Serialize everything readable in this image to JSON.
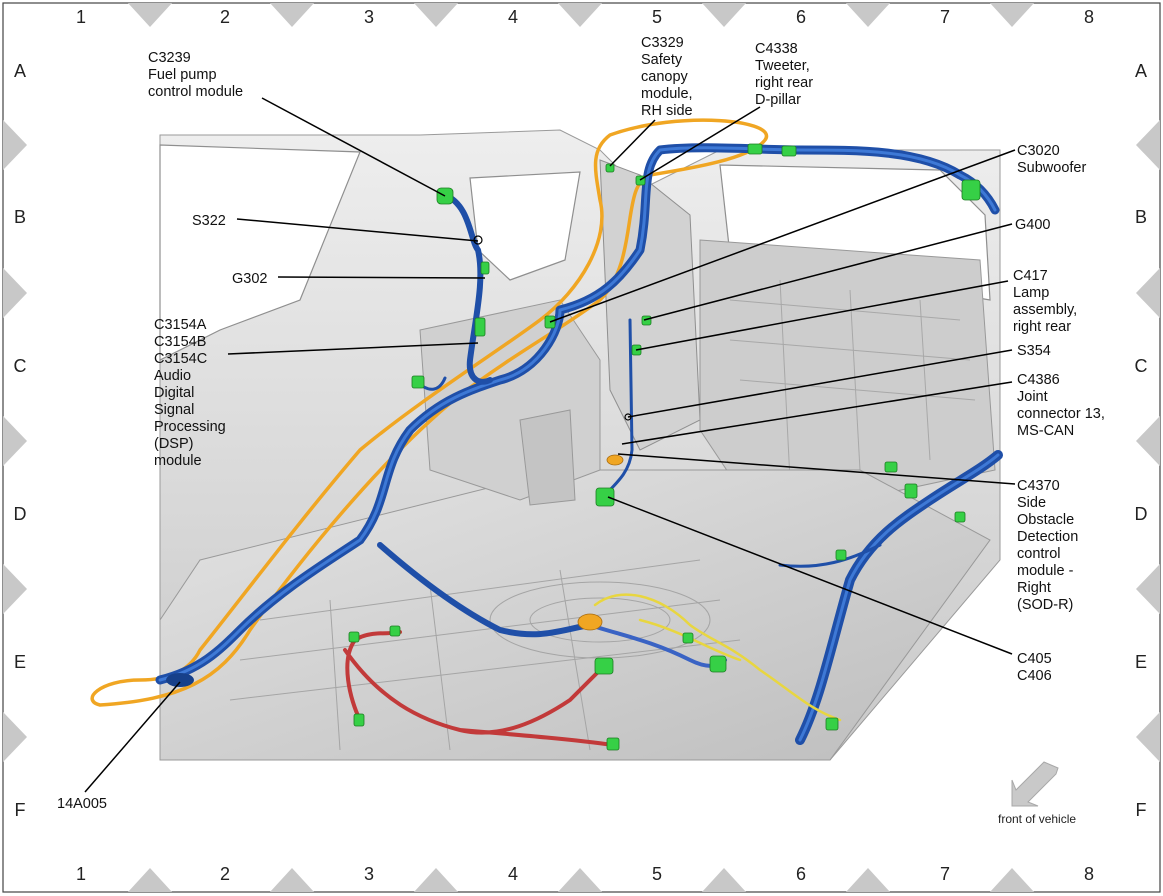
{
  "grid": {
    "columns": [
      "1",
      "2",
      "3",
      "4",
      "5",
      "6",
      "7",
      "8"
    ],
    "rows": [
      "A",
      "B",
      "C",
      "D",
      "E",
      "F"
    ]
  },
  "callouts": [
    {
      "id": "c3239",
      "lines": [
        "C3239",
        "Fuel pump",
        "control module"
      ]
    },
    {
      "id": "c3329",
      "lines": [
        "C3329",
        "Safety",
        "canopy",
        "module,",
        "RH side"
      ]
    },
    {
      "id": "c4338",
      "lines": [
        "C4338",
        "Tweeter,",
        "right rear",
        "D-pillar"
      ]
    },
    {
      "id": "c3020",
      "lines": [
        "C3020",
        "Subwoofer"
      ]
    },
    {
      "id": "s322",
      "lines": [
        "S322"
      ]
    },
    {
      "id": "g400",
      "lines": [
        "G400"
      ]
    },
    {
      "id": "g302",
      "lines": [
        "G302"
      ]
    },
    {
      "id": "c417",
      "lines": [
        "C417",
        "Lamp",
        "assembly,",
        "right rear"
      ]
    },
    {
      "id": "c3154",
      "lines": [
        "C3154A",
        "C3154B",
        "C3154C",
        "Audio",
        "Digital",
        "Signal",
        "Processing",
        "(DSP)",
        "module"
      ]
    },
    {
      "id": "s354",
      "lines": [
        "S354"
      ]
    },
    {
      "id": "c4386",
      "lines": [
        "C4386",
        "Joint",
        "connector 13,",
        "MS-CAN"
      ]
    },
    {
      "id": "c4370",
      "lines": [
        "C4370",
        "Side",
        "Obstacle",
        "Detection",
        "control",
        "module -",
        "Right",
        "(SOD-R)"
      ]
    },
    {
      "id": "c405",
      "lines": [
        "C405",
        "C406"
      ]
    },
    {
      "id": "a14005",
      "lines": [
        "14A005"
      ]
    }
  ],
  "orientation": {
    "label": "front of vehicle"
  },
  "colors": {
    "harness_main": "#1f4fa8",
    "harness_highlight": "#f0a623",
    "harness_red": "#c23a3a",
    "harness_yellow": "#e8d640",
    "connector": "#36d046",
    "body_panel": "#d9d9d9"
  }
}
